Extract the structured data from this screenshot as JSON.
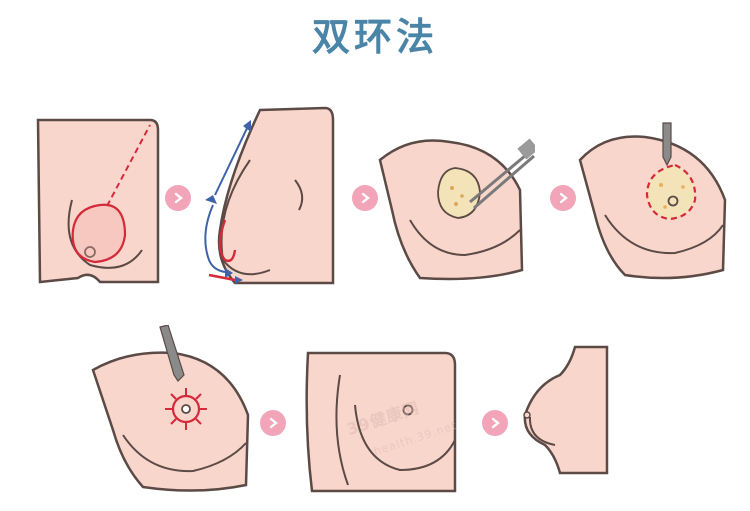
{
  "title": "双环法",
  "colors": {
    "title": "#4a85a8",
    "skin": "#f9d6cc",
    "skin_shadow": "#f2b8ac",
    "outline": "#5b4a45",
    "incision": "#d42a3a",
    "arrow_blue": "#3f63a8",
    "step_arrow_bg": "#f2a4b8",
    "tissue": "#f4e3b8",
    "tool": "#8c8c8c",
    "watermark": "#d9b3ad"
  },
  "steps": [
    {
      "name": "step-1-outline-incision"
    },
    {
      "name": "step-2-skin-flap-direction"
    },
    {
      "name": "step-3-gland-removal"
    },
    {
      "name": "step-4-double-ring-incision"
    },
    {
      "name": "step-5-purse-string-suture"
    },
    {
      "name": "step-6-result-front"
    },
    {
      "name": "step-7-result-side"
    }
  ],
  "watermark": {
    "text": "39健康网",
    "sub": "health.39.net"
  }
}
